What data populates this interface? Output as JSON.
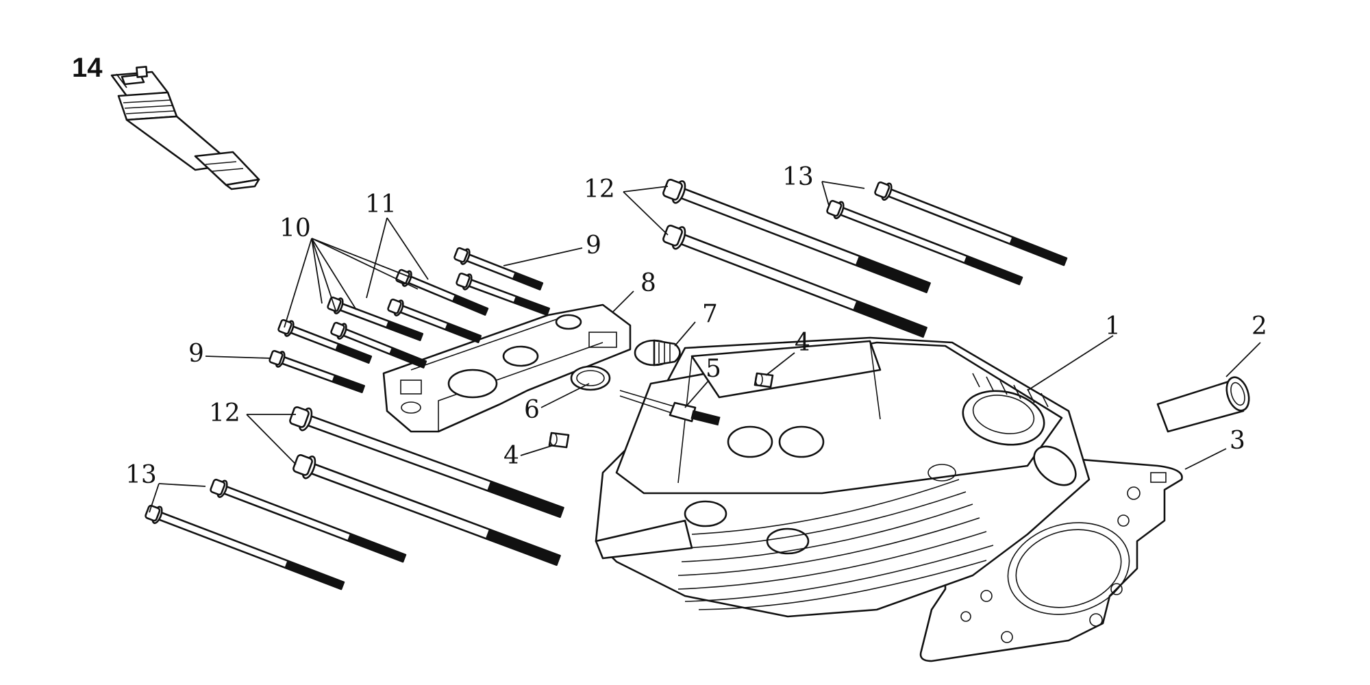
{
  "diagram": {
    "callouts": {
      "c1": "1",
      "c2": "2",
      "c3": "3",
      "c4a": "4",
      "c4b": "4",
      "c5": "5",
      "c6": "6",
      "c7": "7",
      "c8": "8",
      "c9a": "9",
      "c9b": "9",
      "c10": "10",
      "c11": "11",
      "c12a": "12",
      "c12b": "12",
      "c13a": "13",
      "c13b": "13",
      "c14": "14"
    }
  }
}
